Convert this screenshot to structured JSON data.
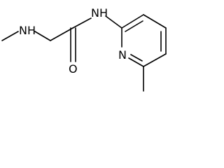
{
  "structure": {
    "atoms": {
      "amine_nitrogen": "NH",
      "amide_nitrogen": "NH",
      "carbonyl_oxygen": "O",
      "ring_nitrogen": "N"
    },
    "colors": {
      "bond": "#000000",
      "label": "#000000",
      "background": "#ffffff"
    }
  }
}
